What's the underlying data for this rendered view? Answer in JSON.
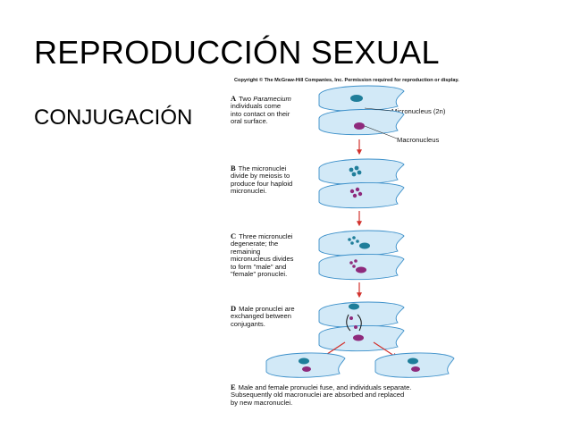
{
  "slide": {
    "title": "REPRODUCCIÓN SEXUAL",
    "subtitle": "CONJUGACIÓN"
  },
  "figure": {
    "copyright": "Copyright © The McGraw-Hill Companies, Inc. Permission required for reproduction or display.",
    "labels": {
      "micronucleus": "Micronucleus (2n)",
      "macronucleus": "Macronucleus"
    },
    "steps": [
      {
        "letter": "A",
        "lines": [
          "Two Paramecium",
          "individuals come",
          "into contact on their",
          "oral surface."
        ]
      },
      {
        "letter": "B",
        "lines": [
          "The micronuclei",
          "divide by meiosis to",
          "produce four haploid",
          "micronuclei."
        ]
      },
      {
        "letter": "C",
        "lines": [
          "Three micronuclei",
          "degenerate; the",
          "remaining",
          "micronucleus divides",
          "to form \"male\" and",
          "\"female\" pronuclei."
        ]
      },
      {
        "letter": "D",
        "lines": [
          "Male pronuclei are",
          "exchanged between",
          "conjugants."
        ]
      },
      {
        "letter": "E",
        "lines": [
          "Male and female pronuclei fuse, and individuals separate.",
          "Subsequently old macronuclei are absorbed and replaced",
          "by new macronuclei."
        ]
      }
    ],
    "colors": {
      "cell_fill": "#d2e9f7",
      "cell_stroke": "#3b8fc9",
      "macronucleus": "#8e2a7c",
      "micronucleus": "#1f7e9a",
      "arrow": "#d2322d"
    }
  }
}
